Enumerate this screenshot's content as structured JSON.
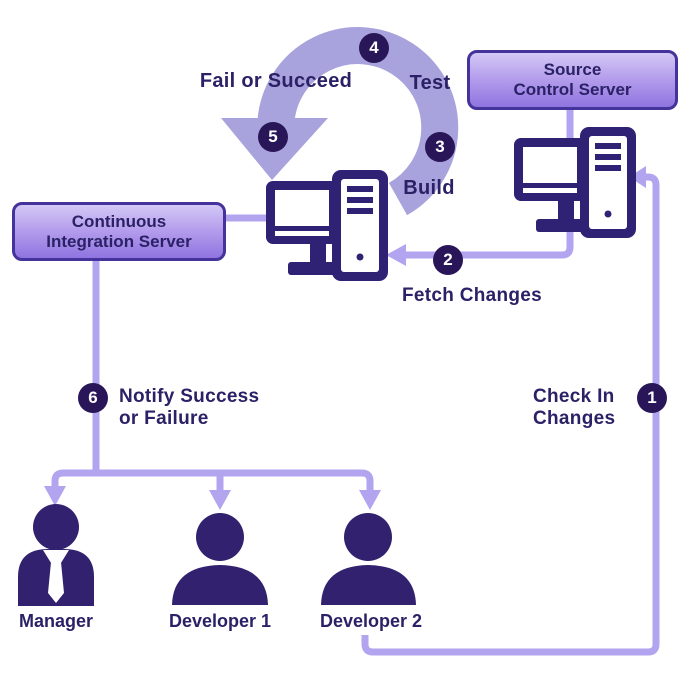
{
  "diagram": {
    "type": "continuous-integration-flow",
    "boxes": {
      "continuous_integration_server": {
        "line1": "Continuous",
        "line2": "Integration Server"
      },
      "source_control_server": {
        "line1": "Source",
        "line2": "Control Server"
      }
    },
    "cycle_labels": {
      "fail_or_succeed": "Fail or Succeed",
      "test": "Test",
      "build": "Build"
    },
    "step_labels": {
      "fetch_changes": "Fetch Changes",
      "check_in_line1": "Check In",
      "check_in_line2": "Changes",
      "notify_line1": "Notify Success",
      "notify_line2": "or Failure"
    },
    "badges": {
      "b1": "1",
      "b2": "2",
      "b3": "3",
      "b4": "4",
      "b5": "5",
      "b6": "6"
    },
    "people": {
      "manager": "Manager",
      "dev1": "Developer 1",
      "dev2": "Developer 2"
    },
    "colors": {
      "cycle_ring": "#a8a3dc",
      "connector_line": "#b3a4f0",
      "icon_navy": "#2f2173",
      "person_navy": "#31216e",
      "badge_background": "#291659",
      "text_navy": "#2b2166",
      "box_border": "#44339b",
      "box_gradient_top": "#d3c8f5",
      "box_gradient_bottom": "#8f74e0"
    }
  }
}
